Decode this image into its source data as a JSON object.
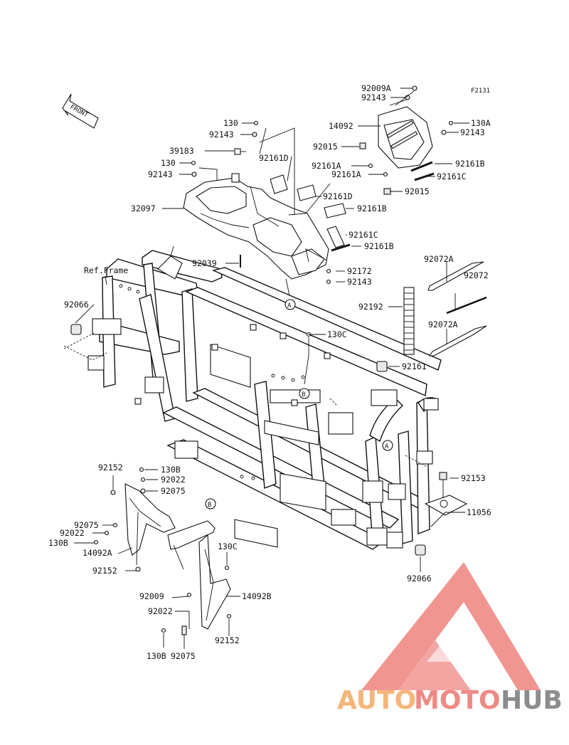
{
  "figure_code": "F2131",
  "front_label": "FRONT",
  "ref_frame_label": "Ref.Frame",
  "view_markers": [
    "A",
    "A",
    "B",
    "B"
  ],
  "parts": {
    "p_92009A": "92009A",
    "p_92143_top": "92143",
    "p_14092": "14092",
    "p_130A": "130A",
    "p_92143_r1": "92143",
    "p_92015_a": "92015",
    "p_92161A_a": "92161A",
    "p_92161B_a": "92161B",
    "p_92161A_b": "92161A",
    "p_92161C_a": "92161C",
    "p_92015_b": "92015",
    "p_130_a": "130",
    "p_92143_a": "92143",
    "p_39183": "39183",
    "p_92161D_a": "92161D",
    "p_130_b": "130",
    "p_92143_b": "92143",
    "p_92161D_b": "92161D",
    "p_32097": "32097",
    "p_92161B_b": "92161B",
    "p_92161C_b": "92161C",
    "p_92161B_c": "92161B",
    "p_92039": "92039",
    "p_92172": "92172",
    "p_92143_c": "92143",
    "p_92072A_a": "92072A",
    "p_92072": "92072",
    "p_92066_a": "92066",
    "p_92192": "92192",
    "p_130C_a": "130C",
    "p_92072A_b": "92072A",
    "p_92161": "92161",
    "p_92152_a": "92152",
    "p_130B_a": "130B",
    "p_92022_a": "92022",
    "p_92075_a": "92075",
    "p_92153": "92153",
    "p_11056": "11056",
    "p_92075_b": "92075",
    "p_92022_b": "92022",
    "p_130B_b": "130B",
    "p_14092A": "14092A",
    "p_130C_b": "130C",
    "p_92152_b": "92152",
    "p_92066_b": "92066",
    "p_92009": "92009",
    "p_14092B": "14092B",
    "p_92022_c": "92022",
    "p_92152_c": "92152",
    "p_130B_c": "130B",
    "p_92075_c": "92075"
  },
  "watermark": {
    "part1": "AUTO",
    "part2": "MOTO",
    "part3": "HUB",
    "color1": "#f5b57a",
    "color2": "#ee8a85",
    "color3": "#8c8c8c",
    "logo_color": "#f08a86"
  }
}
